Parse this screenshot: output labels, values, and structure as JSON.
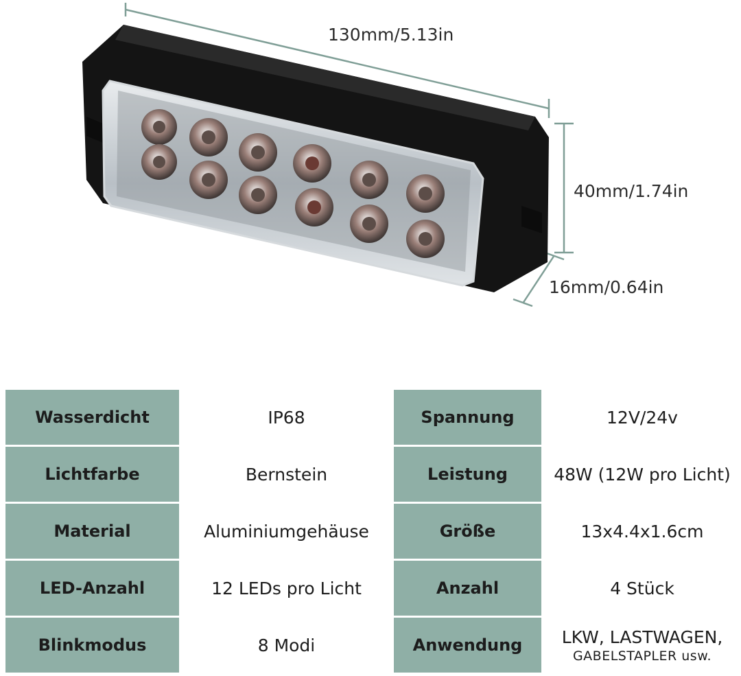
{
  "dimensions": {
    "length": "130mm/5.13in",
    "height": "40mm/1.74in",
    "depth": "16mm/0.64in"
  },
  "specs": [
    {
      "label_left": "Wasserdicht",
      "value_left": "IP68",
      "label_right": "Spannung",
      "value_right": "12V/24v"
    },
    {
      "label_left": "Lichtfarbe",
      "value_left": "Bernstein",
      "label_right": "Leistung",
      "value_right": "48W (12W pro Licht)"
    },
    {
      "label_left": "Material",
      "value_left": "Aluminiumgehäuse",
      "label_right": "Größe",
      "value_right": "13x4.4x1.6cm"
    },
    {
      "label_left": "LED-Anzahl",
      "value_left": "12 LEDs pro Licht",
      "label_right": "Anzahl",
      "value_right": "4 Stück"
    },
    {
      "label_left": "Blinkmodus",
      "value_left": "8 Modi",
      "label_right": "Anwendung",
      "value_right": "LKW, LASTWAGEN,",
      "value_right_sub": "GABELSTAPLER usw."
    }
  ],
  "colors": {
    "label_cell": "#8fafa6",
    "dimension_line": "#7f9e96",
    "housing": "#141414"
  }
}
